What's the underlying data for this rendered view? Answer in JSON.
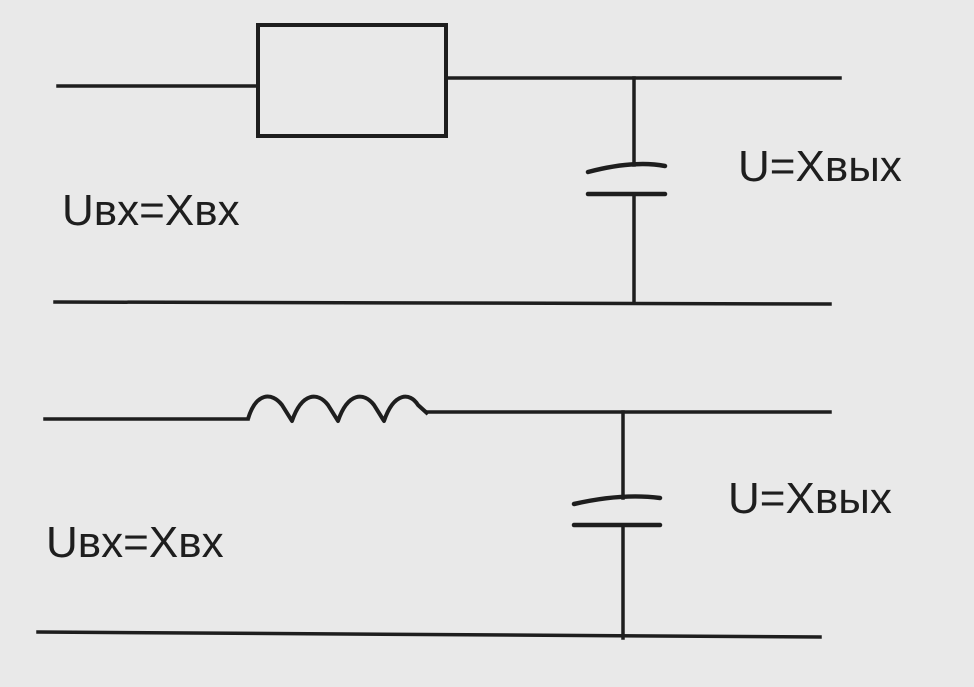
{
  "circuit_top": {
    "input_label": "Uвх=Xвх",
    "output_label": "U=Xвых"
  },
  "circuit_bottom": {
    "input_label": "Uвх=Xвх",
    "output_label": "U=Xвых"
  }
}
